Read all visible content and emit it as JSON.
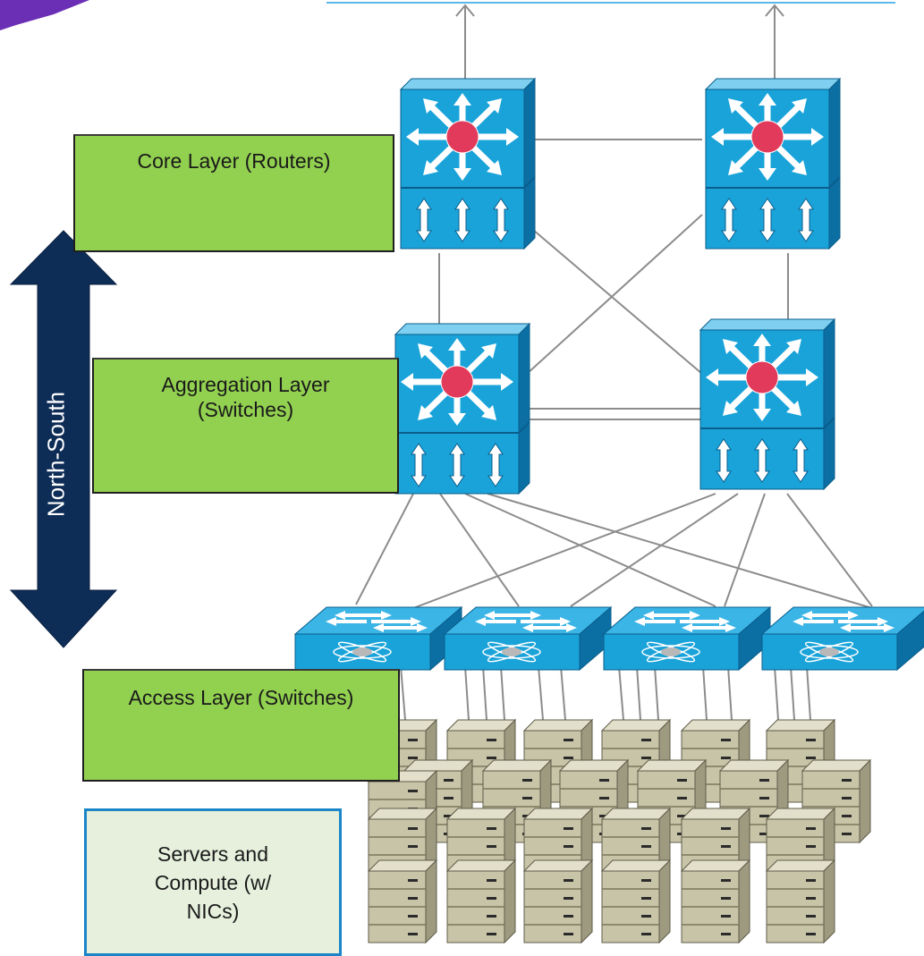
{
  "labels": {
    "core": "Core Layer (Routers)",
    "aggregation_line1": "Aggregation Layer",
    "aggregation_line2": "(Switches)",
    "access": "Access Layer (Switches)",
    "servers_line1": "Servers and",
    "servers_line2": "Compute (w/",
    "servers_line3": "NICs)"
  },
  "arrow_label": "North-South",
  "icons": {
    "core_router": "layer3-switch-icon",
    "aggregation_switch": "layer3-switch-icon",
    "access_switch": "workgroup-switch-icon",
    "server": "server-tower-icon"
  },
  "colors": {
    "switch_face": "#1aa3d9",
    "switch_dark": "#0c6fa3",
    "router_dot": "#e23a5a",
    "label_green": "#92d050",
    "arrow_navy": "#0d2c56",
    "server_beige": "#c8c4a8",
    "link_gray": "#8c8c8c",
    "uplink_blue": "#5bb8e8",
    "corner_purple": "#6a2fb5"
  }
}
